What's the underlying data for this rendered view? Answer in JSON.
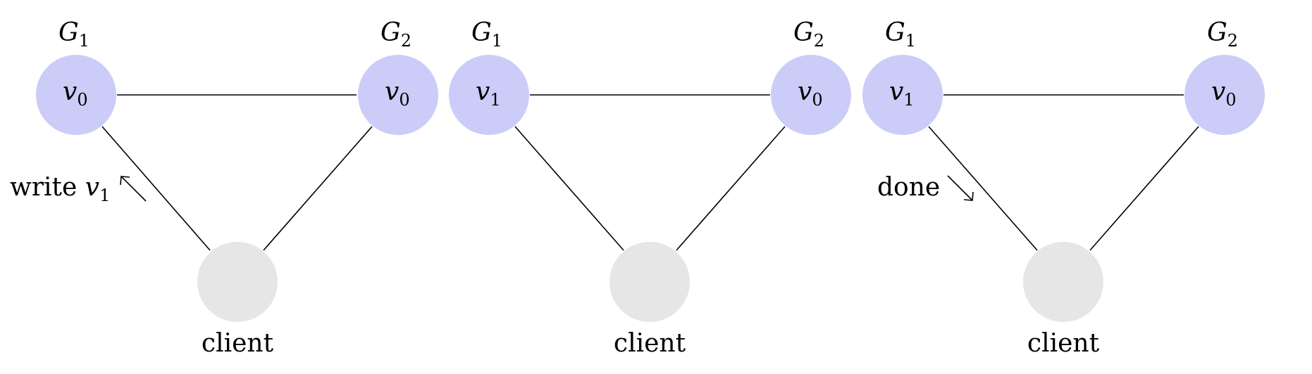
{
  "panels": [
    {
      "node_g1": {
        "label": "G",
        "label_sub": "1",
        "value": "v",
        "value_sub": "0"
      },
      "node_g2": {
        "label": "G",
        "label_sub": "2",
        "value": "v",
        "value_sub": "0"
      },
      "client": {
        "label": "client"
      },
      "message": {
        "text": "write ",
        "value": "v",
        "value_sub": "1",
        "direction": "client-to-G1"
      }
    },
    {
      "node_g1": {
        "label": "G",
        "label_sub": "1",
        "value": "v",
        "value_sub": "1"
      },
      "node_g2": {
        "label": "G",
        "label_sub": "2",
        "value": "v",
        "value_sub": "0"
      },
      "client": {
        "label": "client"
      }
    },
    {
      "node_g1": {
        "label": "G",
        "label_sub": "1",
        "value": "v",
        "value_sub": "1"
      },
      "node_g2": {
        "label": "G",
        "label_sub": "2",
        "value": "v",
        "value_sub": "0"
      },
      "client": {
        "label": "client"
      },
      "message": {
        "text": "done",
        "direction": "G1-to-client"
      }
    }
  ],
  "colors": {
    "server": "#ccccf8",
    "client": "#e6e6e6",
    "edge": "#000000"
  }
}
